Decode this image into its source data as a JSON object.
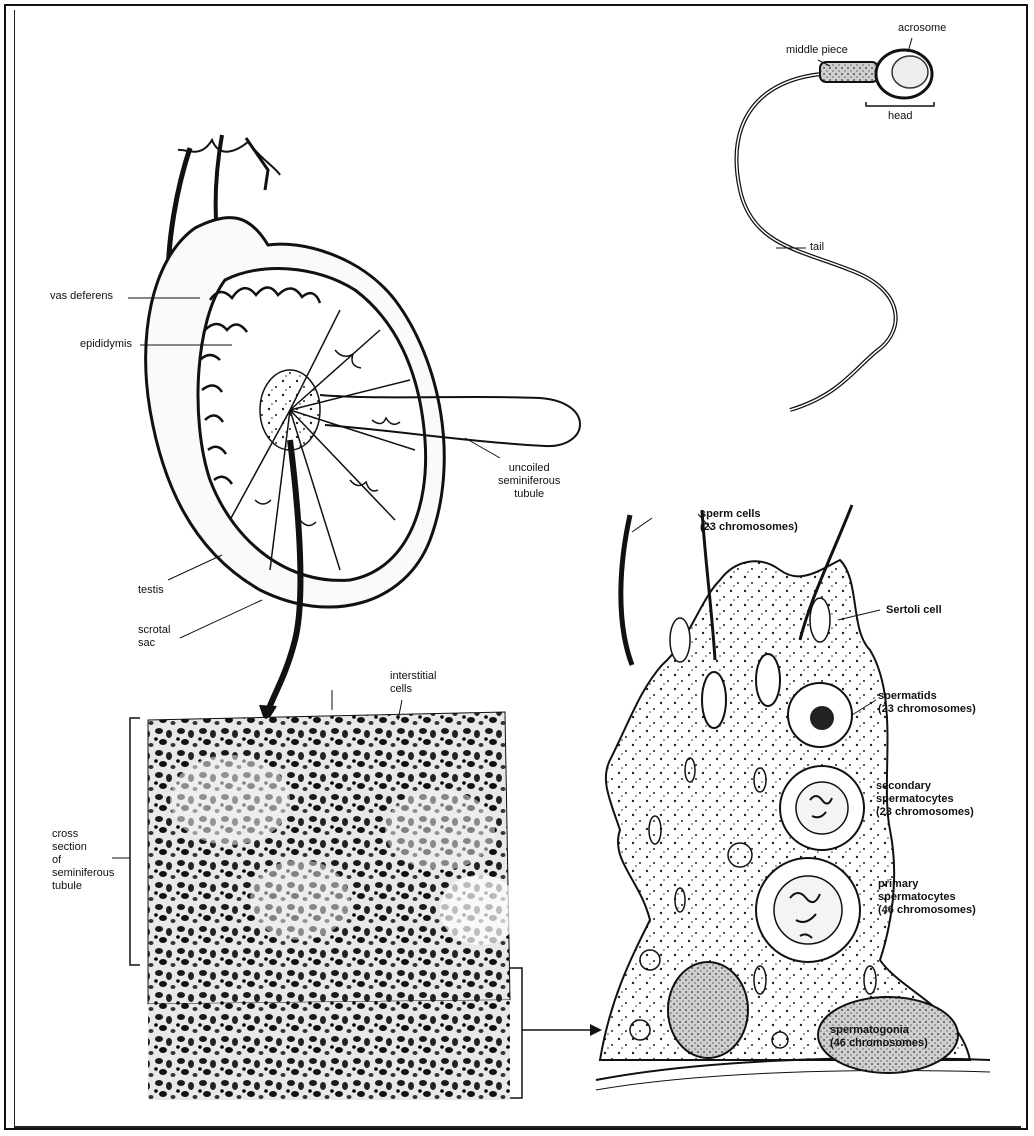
{
  "labels": {
    "acrosome": "acrosome",
    "middle_piece": "middle piece",
    "head": "head",
    "tail": "tail",
    "vas_deferens": "vas deferens",
    "epididymis": "epididymis",
    "uncoiled_tubule": "uncoiled\nseminiferous\ntubule",
    "testis": "testis",
    "scrotal_sac": "scrotal\nsac",
    "interstitial_cells": "interstitial\ncells",
    "cross_section": "cross\nsection\nof\nseminiferous\ntubule",
    "sperm_cells": "sperm cells\n(23 chromosomes)",
    "sertoli_cell": "Sertoli cell",
    "spermatids": "spermatids\n(23 chromosomes)",
    "secondary_spermatocytes": "secondary\nspermatocytes\n(23 chromosomes)",
    "primary_spermatocytes": "primary\nspermatocytes\n(46 chromosomes)",
    "spermatogonia": "spermatogonia\n(46 chromosomes)"
  }
}
